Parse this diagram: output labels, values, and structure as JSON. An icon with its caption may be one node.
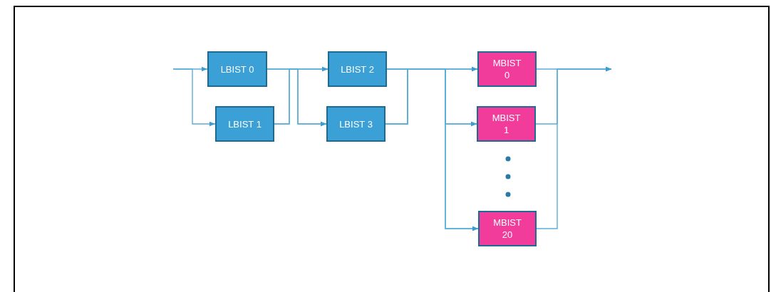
{
  "diagram": {
    "nodes": [
      {
        "text": [
          "LBIST 0"
        ]
      },
      {
        "text": [
          "LBIST 1"
        ]
      },
      {
        "text": [
          "LBIST 2"
        ]
      },
      {
        "text": [
          "LBIST 3"
        ]
      },
      {
        "text": [
          "MBIST 0"
        ]
      },
      {
        "text": [
          "MBIST 1"
        ]
      },
      {
        "text": [
          "MBIST 20"
        ]
      }
    ],
    "edges": [
      {
        "from": null,
        "to": 0,
        "arrow": "to"
      },
      {
        "from": null,
        "to": 1,
        "arrow": "to"
      },
      {
        "from": 0,
        "to": 2,
        "arrow": "to"
      },
      {
        "from": 0,
        "to": 3,
        "arrow": "to"
      },
      {
        "from": 1,
        "to": 2,
        "arrow": "to"
      },
      {
        "from": 1,
        "to": 3,
        "arrow": "to"
      },
      {
        "from": 2,
        "to": 4,
        "arrow": "to"
      },
      {
        "from": 2,
        "to": 5,
        "arrow": "to"
      },
      {
        "from": 2,
        "to": 6,
        "arrow": "to"
      },
      {
        "from": 3,
        "to": 4,
        "arrow": "to"
      },
      {
        "from": 3,
        "to": 5,
        "arrow": "to"
      },
      {
        "from": 3,
        "to": 6,
        "arrow": "to"
      },
      {
        "from": 4,
        "to": null,
        "arrow": "to"
      },
      {
        "from": 5,
        "to": null,
        "arrow": "to"
      },
      {
        "from": 6,
        "to": null,
        "arrow": "to"
      }
    ]
  }
}
